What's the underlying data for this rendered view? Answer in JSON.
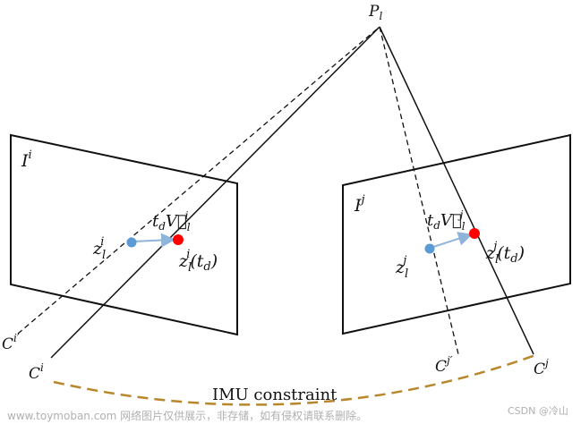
{
  "colors": {
    "line": "#111111",
    "blue_point": "#5b9bd5",
    "red_point": "#ff0000",
    "velocity_arrow": "#8fb4d9",
    "imu_dashed": "#b8862b",
    "watermark": "#b0b0b0"
  },
  "labels": {
    "point_main": "P",
    "point_sub": "l",
    "image_i_main": "I",
    "image_i_sup": "i",
    "image_j_main": "I",
    "image_j_sup": "j",
    "z_main": "z",
    "z_sub": "l",
    "z_sup_i": "i",
    "z_sup_j": "j",
    "zt_i_arg": "(t",
    "zt_d_sub": "d",
    "zt_close": ")",
    "v_t": "t",
    "v_t_sub": "d",
    "v_main": "V⃗",
    "v_sub": "l",
    "v_sup_i": "i",
    "v_sup_j": "j",
    "c_main": "C",
    "c_sup_i": "i",
    "c_sup_i_prime": "i′",
    "c_sup_j": "j",
    "c_sup_j_prime": "j′",
    "imu": "IMU constraint"
  },
  "watermark": {
    "left": "www.toymoban.com 网络图片仅供展示，非存储，如有侵权请联系删除。",
    "right": "CSDN @冷山"
  }
}
